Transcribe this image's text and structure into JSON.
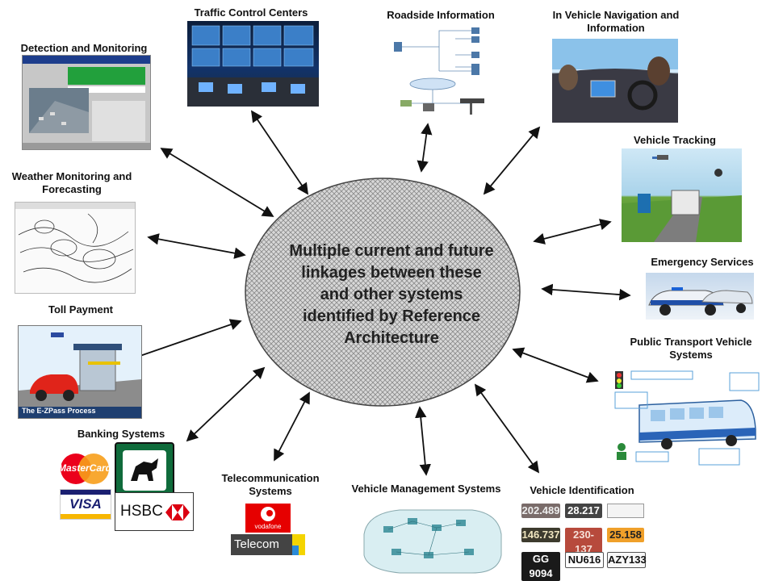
{
  "center": {
    "lines": [
      "Multiple current and future",
      "linkages between these",
      "and other systems",
      "identified by Reference",
      "Architecture"
    ]
  },
  "nodes": {
    "traffic_control": "Traffic Control Centers",
    "roadside_info": "Roadside Information",
    "in_vehicle_nav": "In Vehicle Navigation and Information",
    "detection": "Detection and Monitoring",
    "weather": "Weather Monitoring and Forecasting",
    "vehicle_tracking": "Vehicle Tracking",
    "emergency": "Emergency Services",
    "toll": "Toll Payment",
    "public_transport": "Public Transport Vehicle Systems",
    "banking": "Banking Systems",
    "telecom": "Telecommunication Systems",
    "vehicle_mgmt": "Vehicle Management Systems",
    "vehicle_id": "Vehicle Identification"
  },
  "logos": {
    "mastercard": "MasterCard",
    "visa": "VISA",
    "hsbc": "HSBC",
    "vodafone": "vodafone",
    "telecom": "Telecom"
  },
  "toll_caption": "The E-ZPass Process",
  "plates": [
    "202.489",
    "28.217",
    "146.737",
    "230-137",
    "25.158",
    "GG 9094",
    "NU616",
    "AZY133"
  ],
  "colors": {
    "hub_fill": "#cccccc",
    "arrow": "#111111",
    "mastercard_red": "#eb001b",
    "mastercard_orange": "#f79e1b",
    "visa_blue": "#1a1f71",
    "vodafone_red": "#e60000",
    "telecom_yellow": "#f4d400"
  }
}
